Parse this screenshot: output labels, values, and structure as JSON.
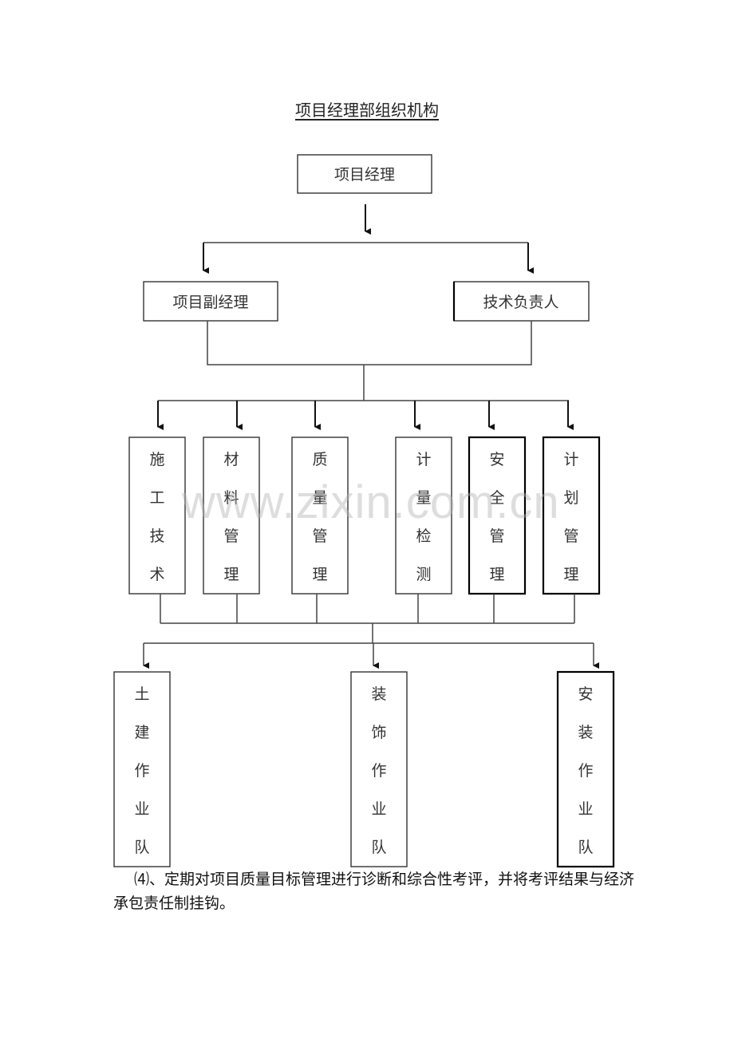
{
  "document": {
    "title": "项目经理部组织机构",
    "watermark": "www.zixin.com.cn",
    "paragraph": "⑷、定期对项目质量目标管理进行诊断和综合性考评，并将考评结果与经济承包责任制挂钩。"
  },
  "org_chart": {
    "level1": {
      "label": "项目经理"
    },
    "level2": [
      {
        "label": "项目副经理"
      },
      {
        "label": "技术负责人"
      }
    ],
    "level3": [
      {
        "label": "施工技术",
        "chars": [
          "施",
          "工",
          "技",
          "术"
        ]
      },
      {
        "label": "材料管理",
        "chars": [
          "材",
          "料",
          "管",
          "理"
        ]
      },
      {
        "label": "质量管理",
        "chars": [
          "质",
          "量",
          "管",
          "理"
        ]
      },
      {
        "label": "计量检测",
        "chars": [
          "计",
          "量",
          "检",
          "测"
        ]
      },
      {
        "label": "安全管理",
        "chars": [
          "安",
          "全",
          "管",
          "理"
        ]
      },
      {
        "label": "计划管理",
        "chars": [
          "计",
          "划",
          "管",
          "理"
        ]
      }
    ],
    "level4": [
      {
        "label": "土建作业队",
        "chars": [
          "土",
          "建",
          "作",
          "业",
          "队"
        ]
      },
      {
        "label": "装饰作业队",
        "chars": [
          "装",
          "饰",
          "作",
          "业",
          "队"
        ]
      },
      {
        "label": "安装作业队",
        "chars": [
          "安",
          "装",
          "作",
          "业",
          "队"
        ]
      }
    ]
  }
}
